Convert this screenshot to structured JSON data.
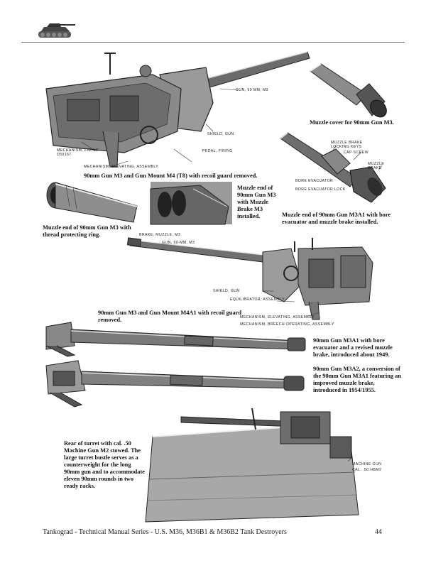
{
  "footer": {
    "series_title": "Tankograd - Technical Manual Series - U.S. M36, M36B1 & M36B2 Tank Destroyers",
    "page_number": "44"
  },
  "captions": {
    "gun_mount_m4": "90mm Gun M3 and Gun Mount M4 (T8) with recoil guard removed.",
    "muzzle_cover": "Muzzle cover for 90mm Gun M3.",
    "muzzle_thread_ring": "Muzzle end of 90mm Gun M3 with thread protecting ring.",
    "muzzle_brake_m3": "Muzzle end of 90mm Gun M3 with Muzzle Brake M3 installed.",
    "muzzle_m3a1": "Muzzle end of 90mm Gun M3A1 with bore evacuator and muzzle brake installed.",
    "gun_mount_m4a1": "90mm Gun M3 and Gun Mount M4A1 with recoil guard removed.",
    "gun_m3a1": "90mm Gun M3A1 with bore evacuator and a revised muzzle brake, introduced about 1949.",
    "gun_m3a2": "90mm Gun M3A2, a conversion of the 90mm Gun M3A1 featuring an improved muzzle brake, introduced in 1954/1955.",
    "turret_rear": "Rear of turret with cal. .50 Machine Gun M2 stowed. The large turret bustle serves as a counterweight for the long 90mm gun and to accommodate eleven 90mm rounds in two ready racks."
  },
  "labels": {
    "gun_90mm_m3": "GUN, 90 MM, M3",
    "shield_gun": "SHIELD, GUN",
    "pedal_firing": "PEDAL, FIRING",
    "mechanism_firing": "MECHANISM, FIRING - D59167",
    "mechanism_elevating_1": "MECHANISM, ELEVATING, ASSEMBLY",
    "muzzle_brake_locking_keys": "MUZZLE BRAKE LOCKING KEYS",
    "cap_screw": "CAP SCREW",
    "muzzle_brake": "MUZZLE BRAKE",
    "bore_evacuator": "BORE EVACUATOR",
    "bore_evacuator_lock": "BORE EVACUATOR LOCK",
    "brake_muzzle_m3": "BRAKE, MUZZLE, M3",
    "gun_90mm_m3_b": "GUN, 90-MM, M3",
    "shield_gun_b": "SHIELD, GUN",
    "equilibrator": "EQUILIBRATOR, ASSEMBLY",
    "mechanism_elevating_2": "MECHANISM, ELEVATING, ASSEMBLY",
    "mechanism_breech": "MECHANISM, BREECH OPERATING, ASSEMBLY",
    "machine_gun_line1": "MACHINE GUN",
    "machine_gun_line2": "CAL. .50 HBM2"
  }
}
